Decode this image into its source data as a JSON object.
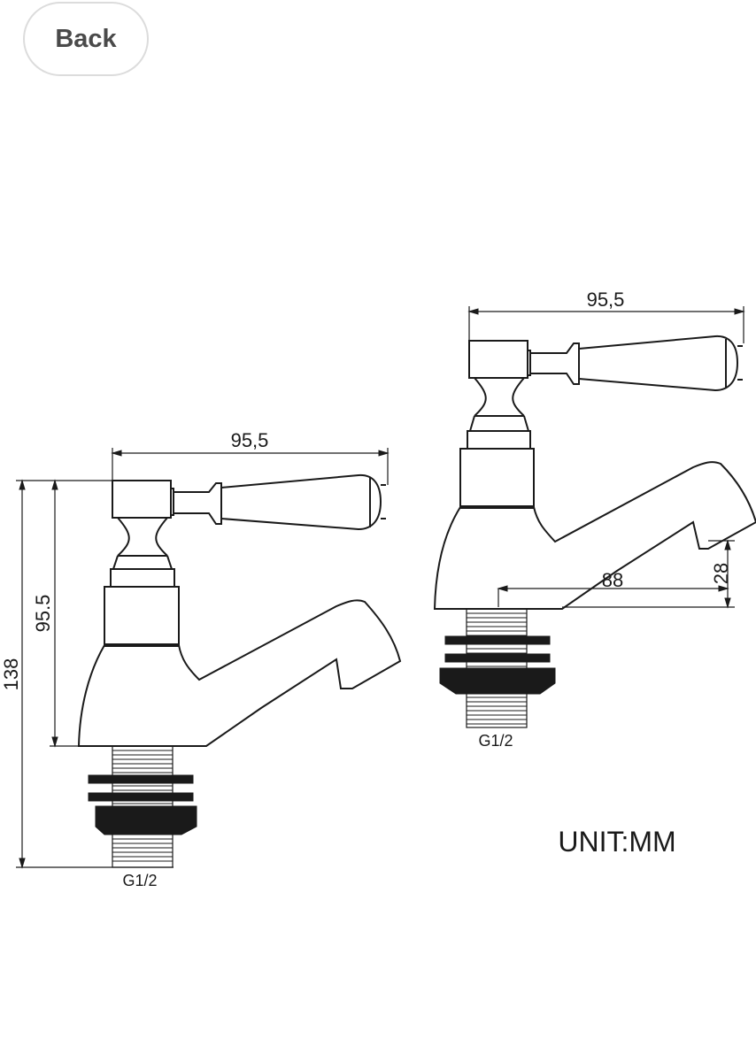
{
  "nav": {
    "back_label": "Back"
  },
  "drawing": {
    "left_tap": {
      "width_dimension": "95,5",
      "height_dimension": "95.5",
      "total_height_dimension": "138",
      "thread_label": "G1/2"
    },
    "right_tap": {
      "width_dimension": "95,5",
      "spout_reach_dimension": "88",
      "spout_height_dimension": "28",
      "thread_label": "G1/2"
    },
    "unit_label": "UNIT:MM"
  },
  "colors": {
    "line": "#1a1a1a",
    "button_text": "#4a4a4a",
    "button_border": "#dcdcdc"
  }
}
